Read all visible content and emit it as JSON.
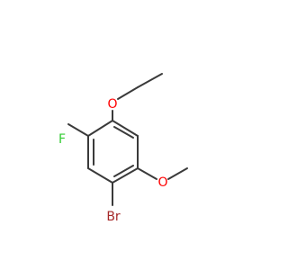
{
  "molecule": {
    "atoms": {
      "oxygen_ethoxy": {
        "symbol": "O",
        "color": "#ff0000"
      },
      "fluorine": {
        "symbol": "F",
        "color": "#33cc33"
      },
      "oxygen_methoxy": {
        "symbol": "O",
        "color": "#ff0000"
      },
      "bromine": {
        "symbol": "Br",
        "color": "#a62929"
      }
    },
    "bond_color": "#3a3a3a",
    "background": "#ffffff"
  }
}
